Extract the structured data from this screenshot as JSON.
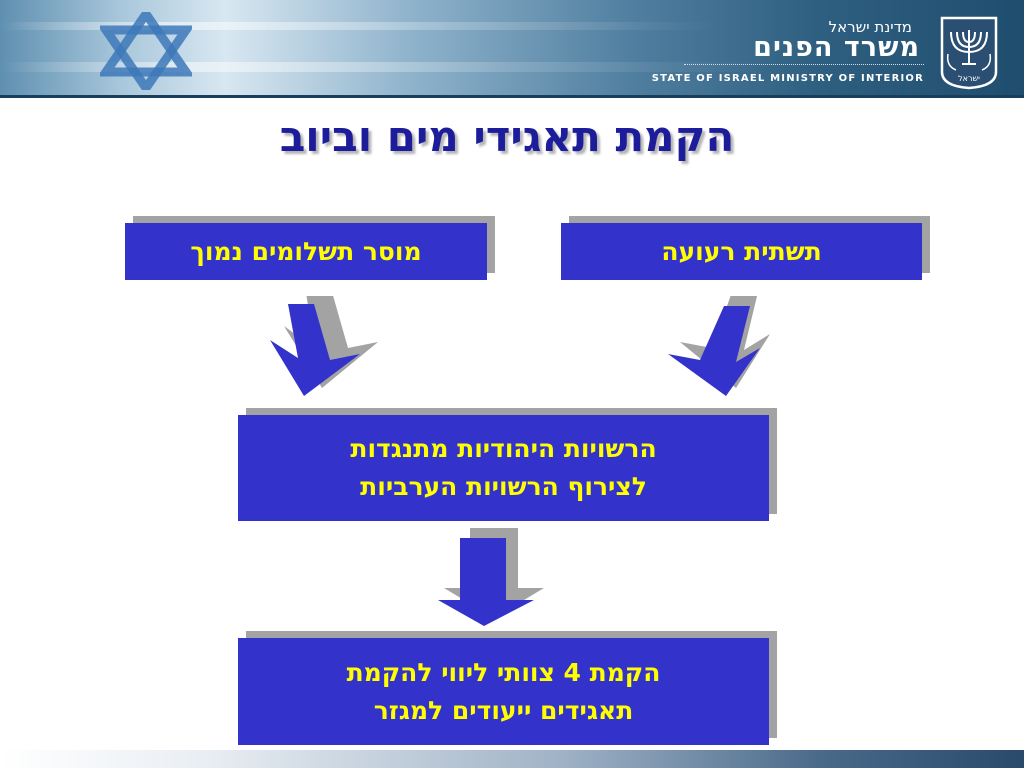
{
  "header": {
    "ministry_small": "מדינת ישראל",
    "ministry_big": "משרד הפנים",
    "ministry_en": "STATE OF ISRAEL MINISTRY OF INTERIOR",
    "emblem_text": "ישראל"
  },
  "title": "הקמת תאגידי מים וביוב",
  "boxes": {
    "left_top": "מוסר תשלומים נמוך",
    "right_top": "תשתית רעועה",
    "middle_line1": "הרשויות היהודיות מתנגדות",
    "middle_line2": "לצירוף הרשויות הערביות",
    "bottom_line1": "הקמת 4 צוותי ליווי להקמת",
    "bottom_line2": "תאגידים ייעודים למגזר"
  },
  "colors": {
    "box_fill": "#3333cc",
    "box_text": "#ffff00",
    "title": "#1d1d9c",
    "shadow": "#a3a3a3"
  }
}
